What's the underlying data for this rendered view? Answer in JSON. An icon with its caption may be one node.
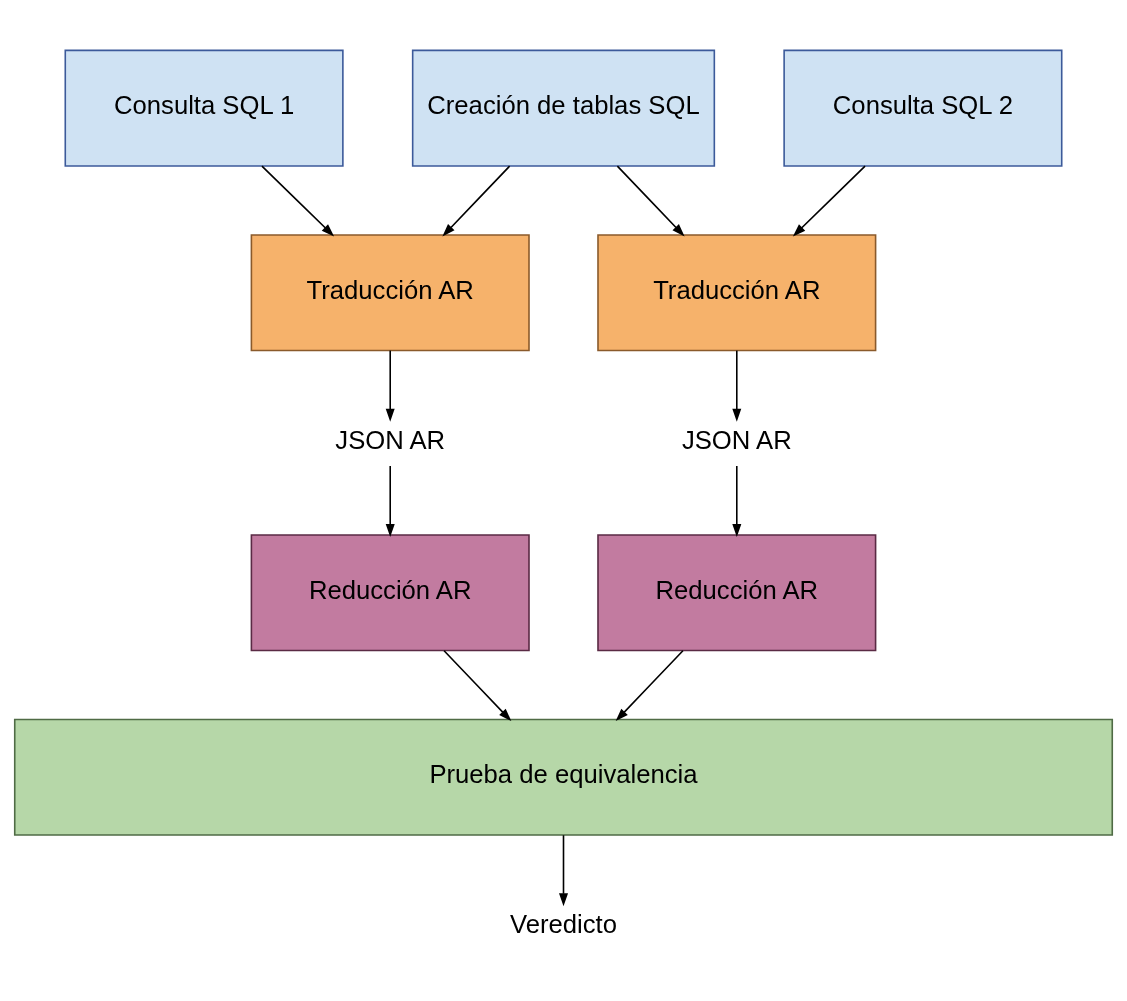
{
  "diagram": {
    "nodes": [
      {
        "text": [
          "Consulta SQL 1"
        ]
      },
      {
        "text": [
          "Creación de tablas SQL"
        ]
      },
      {
        "text": [
          "Consulta SQL 2"
        ]
      },
      {
        "text": [
          "Traducción AR"
        ]
      },
      {
        "text": [
          "Traducción AR"
        ]
      },
      {
        "text": [
          "JSON AR"
        ]
      },
      {
        "text": [
          "JSON AR"
        ]
      },
      {
        "text": [
          "Reducción AR"
        ]
      },
      {
        "text": [
          "Reducción AR"
        ]
      },
      {
        "text": [
          "Prueba de equivalencia"
        ]
      },
      {
        "text": [
          "Veredicto"
        ]
      }
    ],
    "edges": [
      {
        "from": 0,
        "to": 3,
        "arrow": "to"
      },
      {
        "from": 1,
        "to": 3,
        "arrow": "to"
      },
      {
        "from": 1,
        "to": 4,
        "arrow": "to"
      },
      {
        "from": 2,
        "to": 4,
        "arrow": "to"
      },
      {
        "from": 3,
        "to": 5,
        "arrow": "to"
      },
      {
        "from": 4,
        "to": 6,
        "arrow": "to"
      },
      {
        "from": 5,
        "to": 7,
        "arrow": "to"
      },
      {
        "from": 6,
        "to": 8,
        "arrow": "to"
      },
      {
        "from": 7,
        "to": 9,
        "arrow": "to"
      },
      {
        "from": 8,
        "to": 9,
        "arrow": "to"
      },
      {
        "from": 9,
        "to": 10,
        "arrow": "to"
      }
    ]
  }
}
